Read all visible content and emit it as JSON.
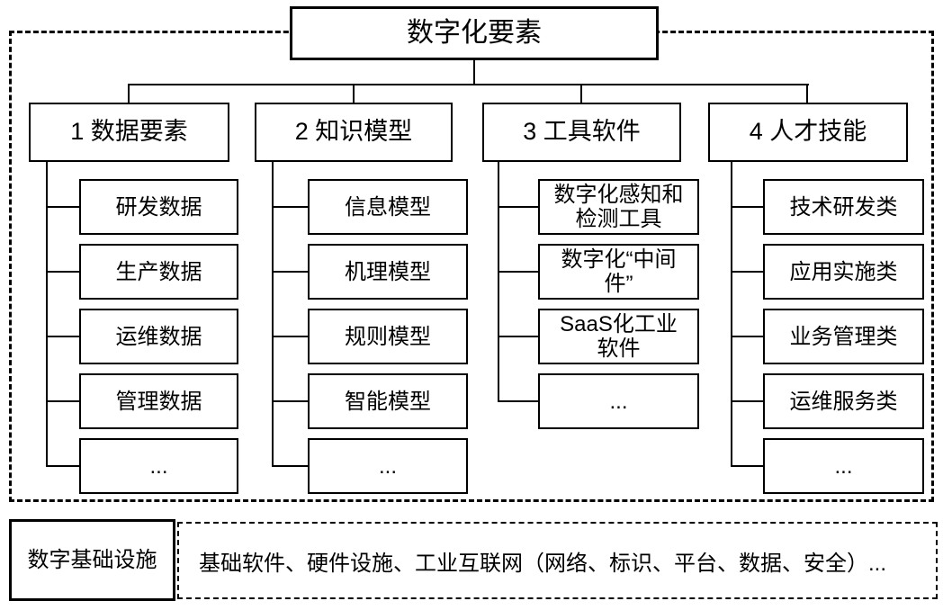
{
  "root": {
    "label": "数字化要素"
  },
  "tree": {
    "columns": [
      {
        "label": "1 数据要素",
        "children": [
          {
            "lines": [
              "研发数据"
            ]
          },
          {
            "lines": [
              "生产数据"
            ]
          },
          {
            "lines": [
              "运维数据"
            ]
          },
          {
            "lines": [
              "管理数据"
            ]
          },
          {
            "lines": [
              "..."
            ]
          }
        ]
      },
      {
        "label": "2 知识模型",
        "children": [
          {
            "lines": [
              "信息模型"
            ]
          },
          {
            "lines": [
              "机理模型"
            ]
          },
          {
            "lines": [
              "规则模型"
            ]
          },
          {
            "lines": [
              "智能模型"
            ]
          },
          {
            "lines": [
              "..."
            ]
          }
        ]
      },
      {
        "label": "3 工具软件",
        "children": [
          {
            "lines": [
              "数字化感知和",
              "检测工具"
            ]
          },
          {
            "lines": [
              "数字化“中间",
              "件”"
            ]
          },
          {
            "lines": [
              "SaaS化工业",
              "软件"
            ]
          },
          {
            "lines": [
              "..."
            ]
          }
        ]
      },
      {
        "label": "4 人才技能",
        "children": [
          {
            "lines": [
              "技术研发类"
            ]
          },
          {
            "lines": [
              "应用实施类"
            ]
          },
          {
            "lines": [
              "业务管理类"
            ]
          },
          {
            "lines": [
              "运维服务类"
            ]
          },
          {
            "lines": [
              "..."
            ]
          }
        ]
      }
    ]
  },
  "infrastructure": {
    "title": "数字基础设施",
    "items_text": "基础软件、硬件设施、工业互联网（网络、标识、平台、数据、安全）..."
  },
  "colors": {
    "line": "#000000",
    "background": "#ffffff"
  }
}
